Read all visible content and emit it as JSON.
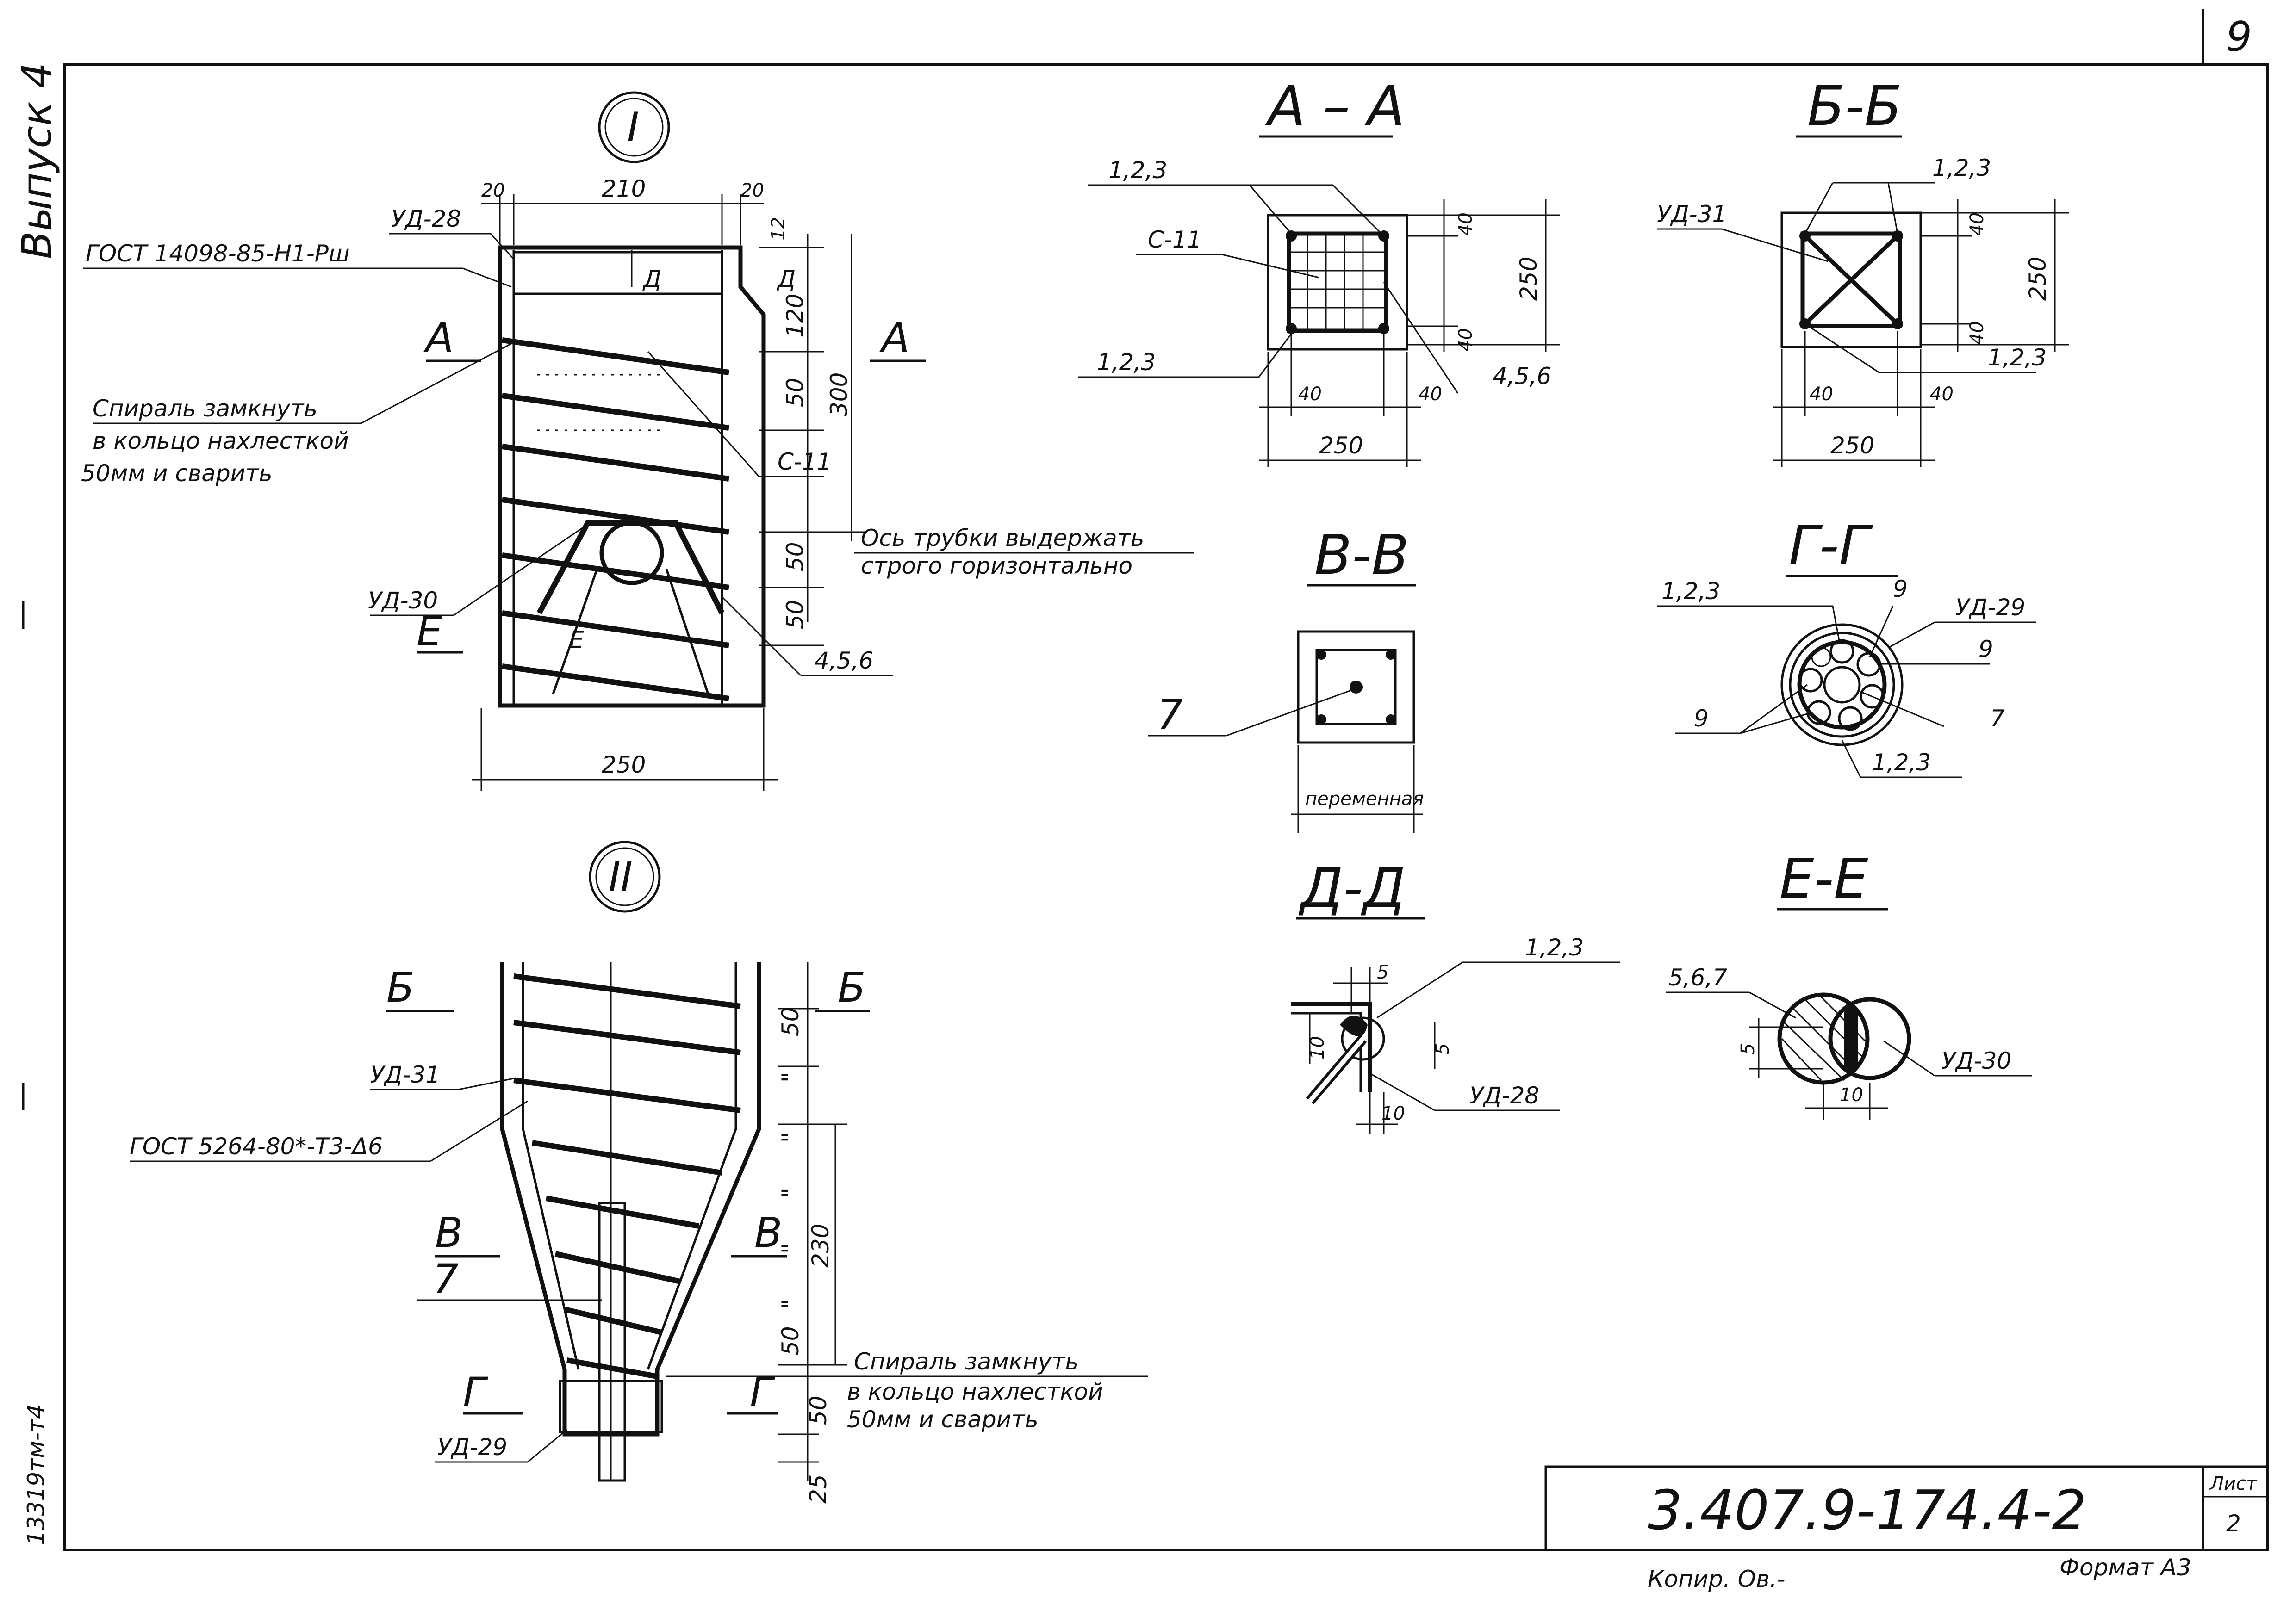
{
  "sheet": {
    "page_number": "9",
    "side_series": "Выпуск 4",
    "side_code": "13319тм-т4",
    "stamp_code": "3.407.9-174.4-2",
    "stamp_sheet_label": "Лист",
    "stamp_sheet_number": "2",
    "copied_label": "Копир. Ов.-",
    "format_label": "Формат A3"
  },
  "view1": {
    "title": "I",
    "dim_20_left": "20",
    "dim_210": "210",
    "dim_20_right": "20",
    "dim_12": "12",
    "dim_120": "120",
    "dim_300": "300",
    "dim_50_a": "50",
    "dim_50_b": "50",
    "dim_50_c": "50",
    "dim_250": "250",
    "label_ud28": "УД-28",
    "label_gost": "ГОСТ 14098-85-Н1-Рш",
    "cut_a": "А",
    "cut_d": "Д",
    "cut_e": "Е",
    "note_spiral_l1": "Спираль замкнуть",
    "note_spiral_l2": "в кольцо нахлесткой",
    "note_spiral_l3": "50мм и сварить",
    "label_c11": "С-11",
    "note_axis_l1": "Ось трубки выдержать",
    "note_axis_l2": "строго горизонтально",
    "label_ud30": "УД-30",
    "label_456": "4,5,6"
  },
  "view2": {
    "title": "II",
    "cut_b": "Б",
    "cut_v": "В",
    "cut_g": "Г",
    "label_ud31": "УД-31",
    "label_gost": "ГОСТ 5264-80*-Т3-Δ6",
    "label_7": "7",
    "label_ud29": "УД-29",
    "dim_50_top": "50",
    "dim_ditto": "\"",
    "dim_230": "230",
    "dim_50_low": "50",
    "dim_50_bottom": "50",
    "dim_25": "25",
    "note_spiral_l1": "Спираль замкнуть",
    "note_spiral_l2": "в кольцо нахлесткой",
    "note_spiral_l3": "50мм и сварить"
  },
  "sections": {
    "aa": {
      "title": "А – А",
      "label_123_top": "1,2,3",
      "label_c11": "С-11",
      "label_123_bottom": "1,2,3",
      "label_456": "4,5,6",
      "dim_40_a": "40",
      "dim_40_b": "40",
      "dim_250_v": "250",
      "dim_40_c": "40",
      "dim_40_d": "40",
      "dim_250_h": "250"
    },
    "bb": {
      "title": "Б-Б",
      "label_123_top": "1,2,3",
      "label_ud31": "УД-31",
      "label_123_bottom": "1,2,3",
      "dim_40_a": "40",
      "dim_40_b": "40",
      "dim_250_v": "250",
      "dim_40_c": "40",
      "dim_40_d": "40",
      "dim_250_h": "250"
    },
    "vv": {
      "title": "В-В",
      "label_7": "7",
      "note_variable": "переменная"
    },
    "gg": {
      "title": "Г-Г",
      "label_123_top": "1,2,3",
      "label_9_a": "9",
      "label_ud29": "УД-29",
      "label_9_b": "9",
      "label_7": "7",
      "label_9_c": "9",
      "label_123_bottom": "1,2,3"
    },
    "dd": {
      "title": "Д-Д",
      "dim_5_top": "5",
      "label_123": "1,2,3",
      "dim_10_left": "10",
      "dim_5_right": "5",
      "label_ud28": "УД-28",
      "dim_10_bottom": "10"
    },
    "ee": {
      "title": "Е-Е",
      "label_567": "5,6,7",
      "dim_5": "5",
      "dim_10": "10",
      "label_ud30": "УД-30"
    }
  }
}
